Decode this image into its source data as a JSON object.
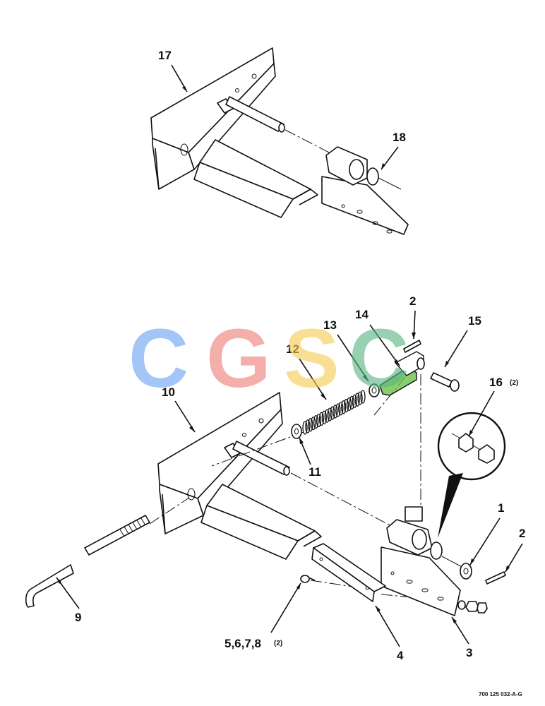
{
  "callouts": {
    "c1": "1",
    "c2a": "2",
    "c2b": "2",
    "c3": "3",
    "c4": "4",
    "c5": "5,6,7,8",
    "c5_qty": "(2)",
    "c9": "9",
    "c10": "10",
    "c11": "11",
    "c12": "12",
    "c13": "13",
    "c14": "14",
    "c15": "15",
    "c16": "16",
    "c16_qty": "(2)",
    "c17": "17",
    "c18": "18"
  },
  "figure_id": "700 125 032-A-G",
  "watermark": {
    "letters": [
      "C",
      "G",
      "S",
      "C"
    ],
    "colors": [
      "#6ea3f4",
      "#ee7f77",
      "#f5cd52",
      "#59b584"
    ]
  },
  "colors": {
    "highlight": "#6cc04a",
    "line": "#111111"
  }
}
